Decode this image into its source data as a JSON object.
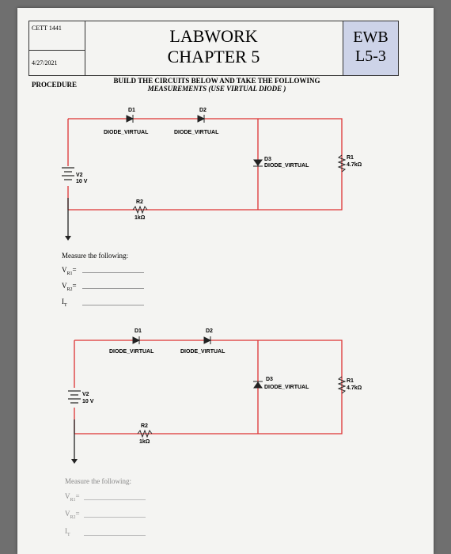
{
  "header": {
    "course": "CETT 1441",
    "date": "4/27/2021",
    "title_line1": "LABWORK",
    "title_line2": "CHAPTER 5",
    "code_line1": "EWB",
    "code_line2": "L5-3"
  },
  "procedure_label": "PROCEDURE",
  "instruction_line1": "BUILD THE CIRCUITS BELOW AND TAKE THE FOLLOWING",
  "instruction_line2": "MEASUREMENTS (USE VIRTUAL DIODE )",
  "circuit1": {
    "d1_label": "D1",
    "d1_type": "DIODE_VIRTUAL",
    "d2_label": "D2",
    "d2_type": "DIODE_VIRTUAL",
    "d3_label": "D3",
    "d3_type": "DIODE_VIRTUAL",
    "r1_label": "R1",
    "r1_value": "4.7kΩ",
    "r2_label": "R2",
    "r2_value": "1kΩ",
    "v2_label": "V2",
    "v2_value": "10 V"
  },
  "measure1": {
    "heading": "Measure the following:",
    "vr1": "V",
    "vr1_sub": "R1",
    "vr2": "V",
    "vr2_sub": "R2",
    "it": "I",
    "it_sub": "T"
  },
  "circuit2": {
    "d1_label": "D1",
    "d1_type": "DIODE_VIRTUAL",
    "d2_label": "D2",
    "d2_type": "DIODE_VIRTUAL",
    "d3_label": "D3",
    "d3_type": "DIODE_VIRTUAL",
    "r1_label": "R1",
    "r1_value": "4.7kΩ",
    "r2_label": "R2",
    "r2_value": "1kΩ",
    "v2_label": "V2",
    "v2_value": "10 V"
  },
  "measure2": {
    "heading": "Measure the following:",
    "vr1": "V",
    "vr1_sub": "R1",
    "vr2": "V",
    "vr2_sub": "R2",
    "it": "I",
    "it_sub": "T"
  }
}
